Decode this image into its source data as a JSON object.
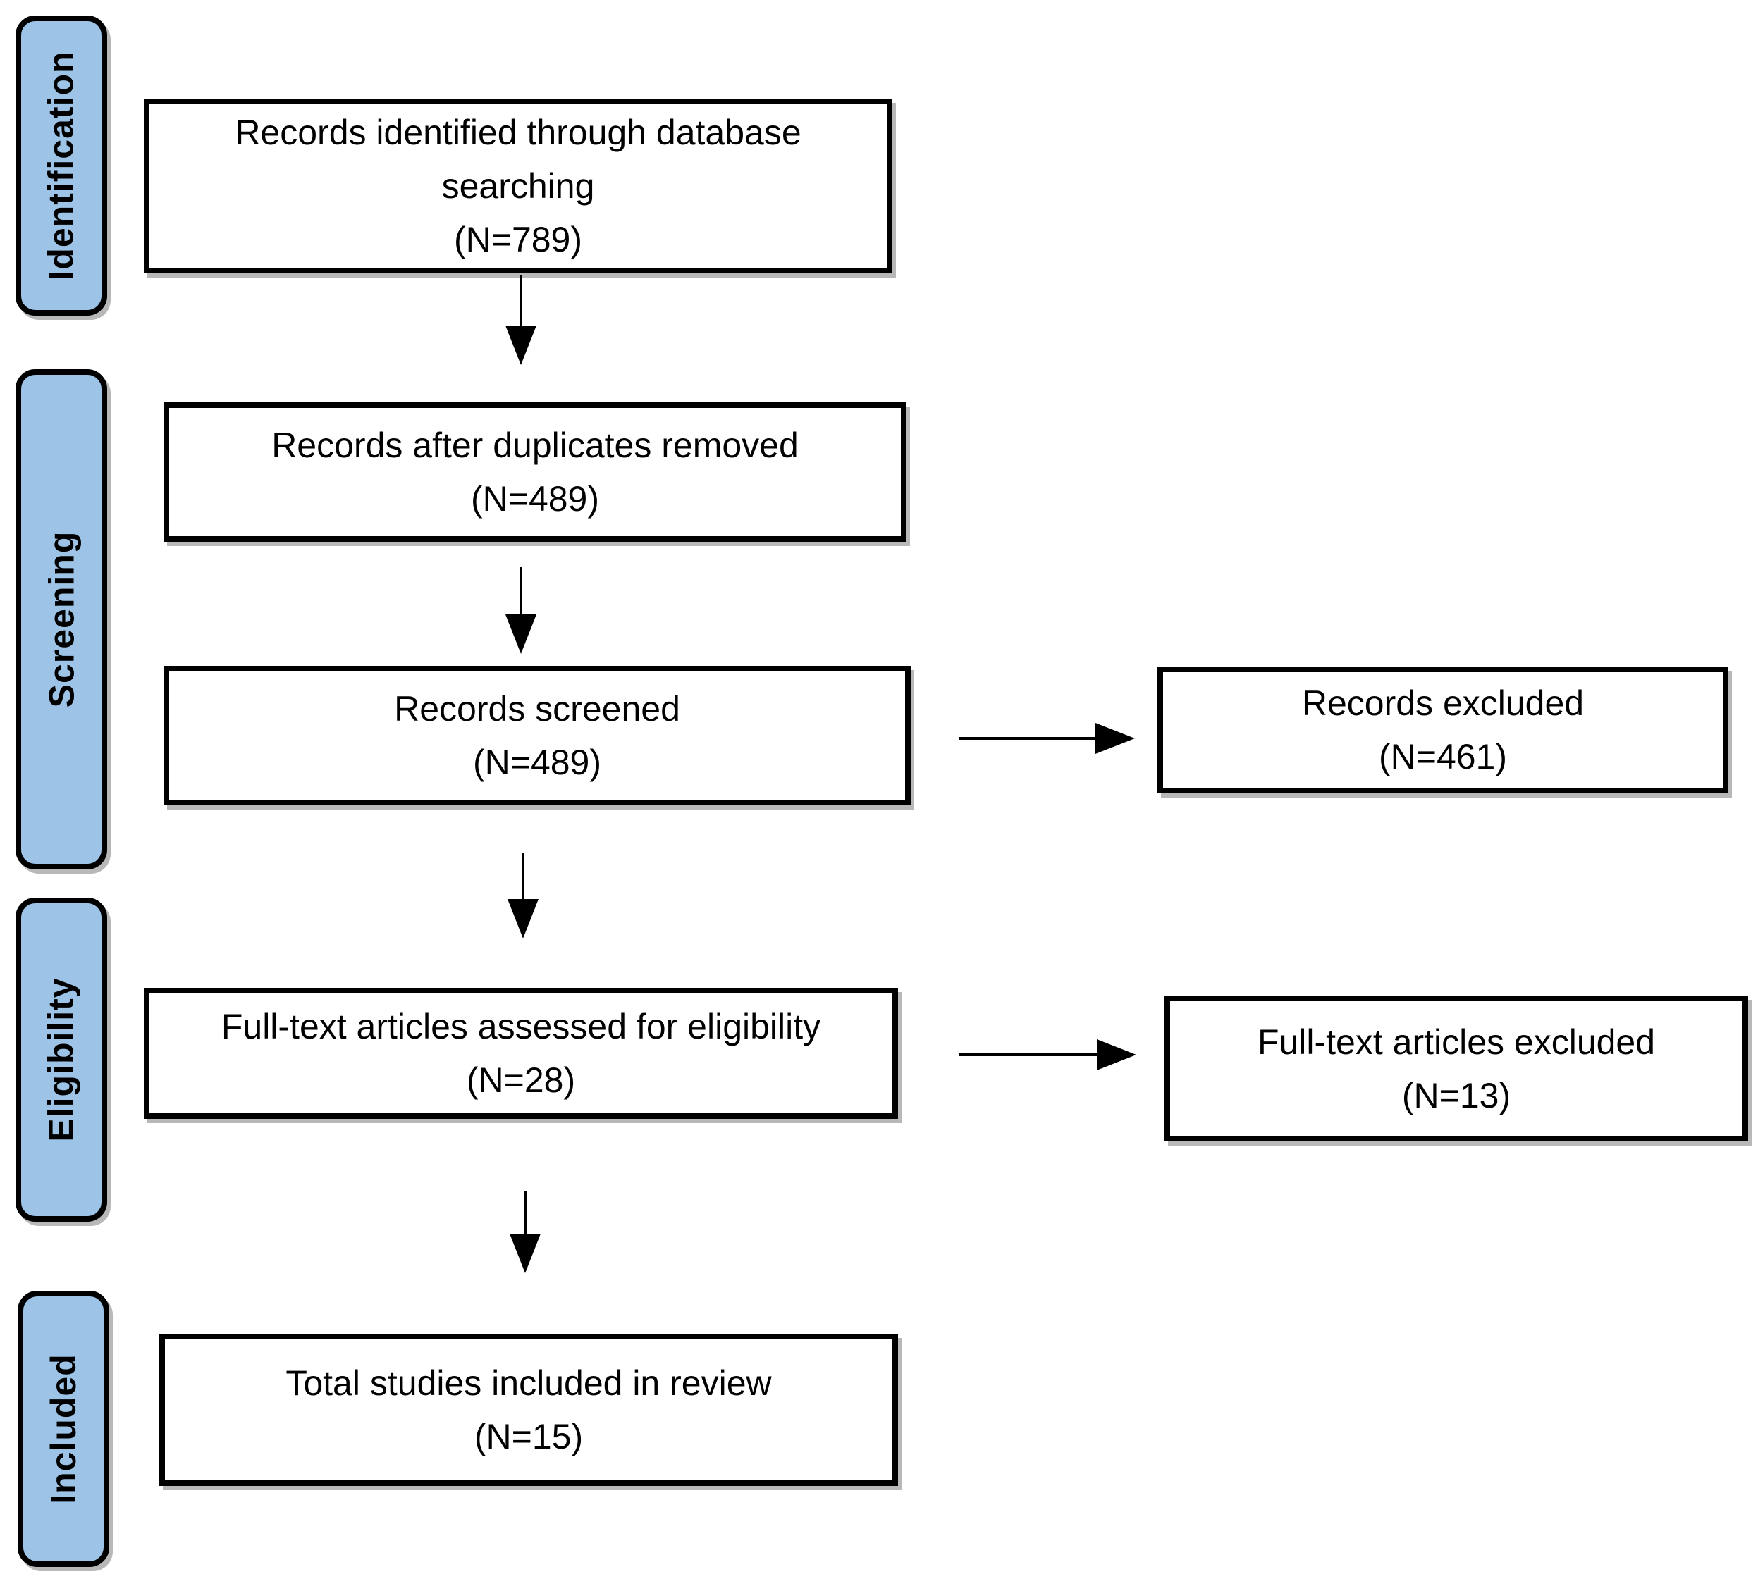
{
  "stages": [
    {
      "label": "Identification"
    },
    {
      "label": "Screening"
    },
    {
      "label": "Eligibility"
    },
    {
      "label": "Included"
    }
  ],
  "boxes": {
    "identified": {
      "text": "Records identified through database searching",
      "count": "(N=789)"
    },
    "deduplicated": {
      "text": "Records after duplicates removed",
      "count": "(N=489)"
    },
    "screened": {
      "text": "Records screened",
      "count": "(N=489)"
    },
    "records_excluded": {
      "text": "Records excluded",
      "count": "(N=461)"
    },
    "fulltext_assessed": {
      "text": "Full-text articles assessed for eligibility",
      "count": "(N=28)"
    },
    "fulltext_excluded": {
      "text": "Full-text articles excluded",
      "count": "(N=13)"
    },
    "included_total": {
      "text": "Total studies included in review",
      "count": "(N=15)"
    }
  },
  "colors": {
    "stage_fill": "#9DC3E6",
    "stage_border": "#000000",
    "box_fill": "#FFFFFF",
    "box_border": "#000000",
    "arrow": "#000000"
  }
}
